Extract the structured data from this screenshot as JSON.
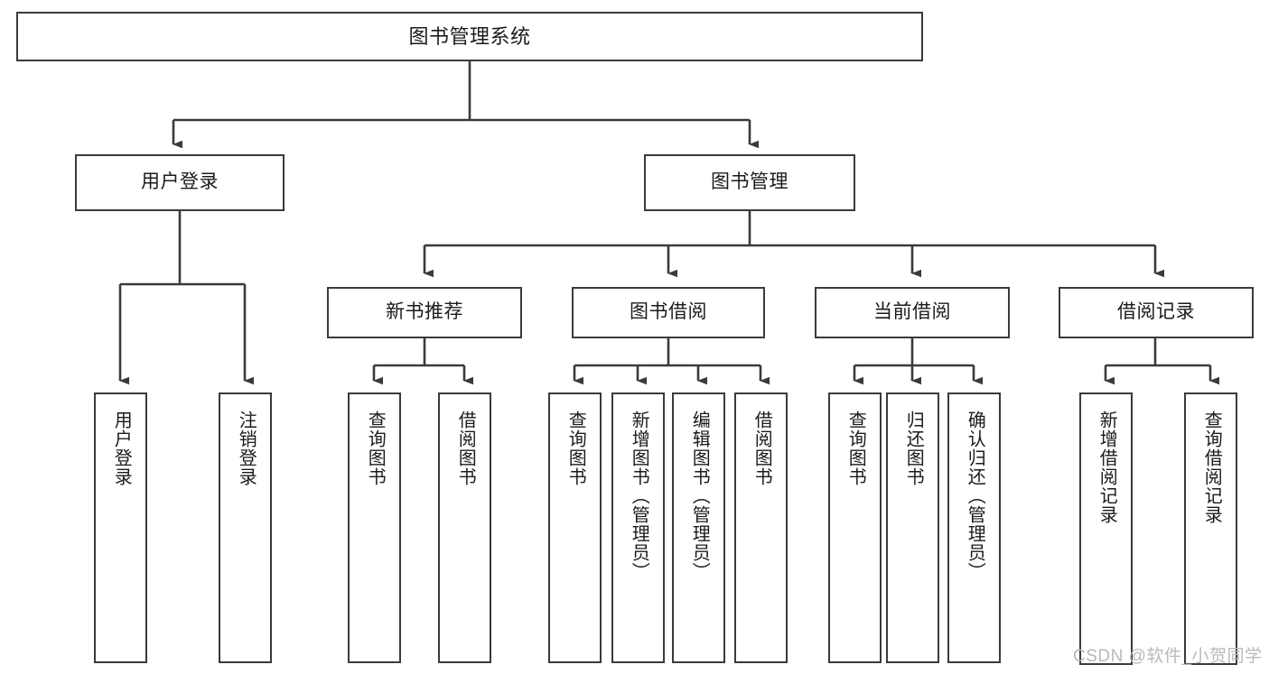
{
  "diagram": {
    "title": "图书管理系统",
    "type": "tree-hierarchy-diagram",
    "colors": {
      "box_border": "#3a3a3a",
      "box_fill": "#ffffff",
      "edge": "#3a3a3a",
      "text": "#1b1b1b",
      "watermark": "#b9b9b9"
    },
    "root": {
      "label": "图书管理系统"
    },
    "level1": [
      {
        "label": "用户登录"
      },
      {
        "label": "图书管理"
      }
    ],
    "level2": [
      {
        "label": "新书推荐"
      },
      {
        "label": "图书借阅"
      },
      {
        "label": "当前借阅"
      },
      {
        "label": "借阅记录"
      }
    ],
    "leaves": {
      "user_login": [
        {
          "label": "用户登录"
        },
        {
          "label": "注销登录"
        }
      ],
      "new_book_recommend": [
        {
          "label": "查询图书"
        },
        {
          "label": "借阅图书"
        }
      ],
      "book_borrow": [
        {
          "label": "查询图书"
        },
        {
          "label": "新增图书（管理员）"
        },
        {
          "label": "编辑图书（管理员）"
        },
        {
          "label": "借阅图书"
        }
      ],
      "current_borrow": [
        {
          "label": "查询图书"
        },
        {
          "label": "归还图书"
        },
        {
          "label": "确认归还（管理员）"
        }
      ],
      "borrow_record": [
        {
          "label": "新增借阅记录"
        },
        {
          "label": "查询借阅记录"
        }
      ]
    }
  },
  "watermark": {
    "text": "CSDN @软件_小贺同学"
  }
}
